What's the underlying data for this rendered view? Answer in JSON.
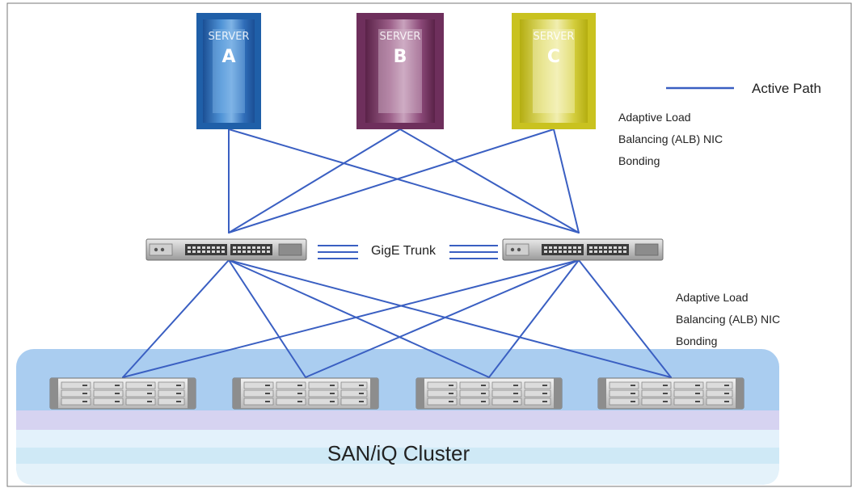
{
  "legend": {
    "active_path_label": "Active Path"
  },
  "servers": [
    {
      "id": "A",
      "label": "SERVER",
      "letter": "A"
    },
    {
      "id": "B",
      "label": "SERVER",
      "letter": "B"
    },
    {
      "id": "C",
      "label": "SERVER",
      "letter": "C"
    }
  ],
  "server_bonding_label": [
    "Adaptive Load",
    "Balancing (ALB) NIC",
    "Bonding"
  ],
  "trunk_label": "GigE Trunk",
  "storage_bonding_label": [
    "Adaptive Load",
    "Balancing (ALB) NIC",
    "Bonding"
  ],
  "cluster_label": "SAN/iQ Cluster",
  "colors": {
    "active_path": "#3a5fc2",
    "server_a": "#1f5fa8",
    "server_b": "#6e2f5c",
    "server_c": "#c9c21f",
    "cluster_band": "#aacdf0"
  }
}
